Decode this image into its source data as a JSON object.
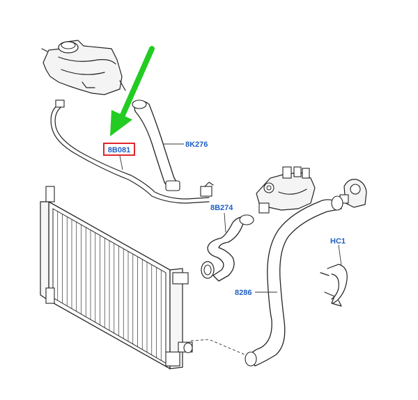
{
  "parts": {
    "pipe_8b081": {
      "label": "8B081",
      "highlighted": true
    },
    "hose_8k276": {
      "label": "8K276"
    },
    "hose_8b274": {
      "label": "8B274"
    },
    "hose_8286": {
      "label": "8286"
    },
    "clip_hc1": {
      "label": "HC1"
    }
  },
  "colors": {
    "label": "#1f5fc4",
    "highlight_box": "#e0242b",
    "arrow": "#22cc22",
    "line": "#222222"
  }
}
